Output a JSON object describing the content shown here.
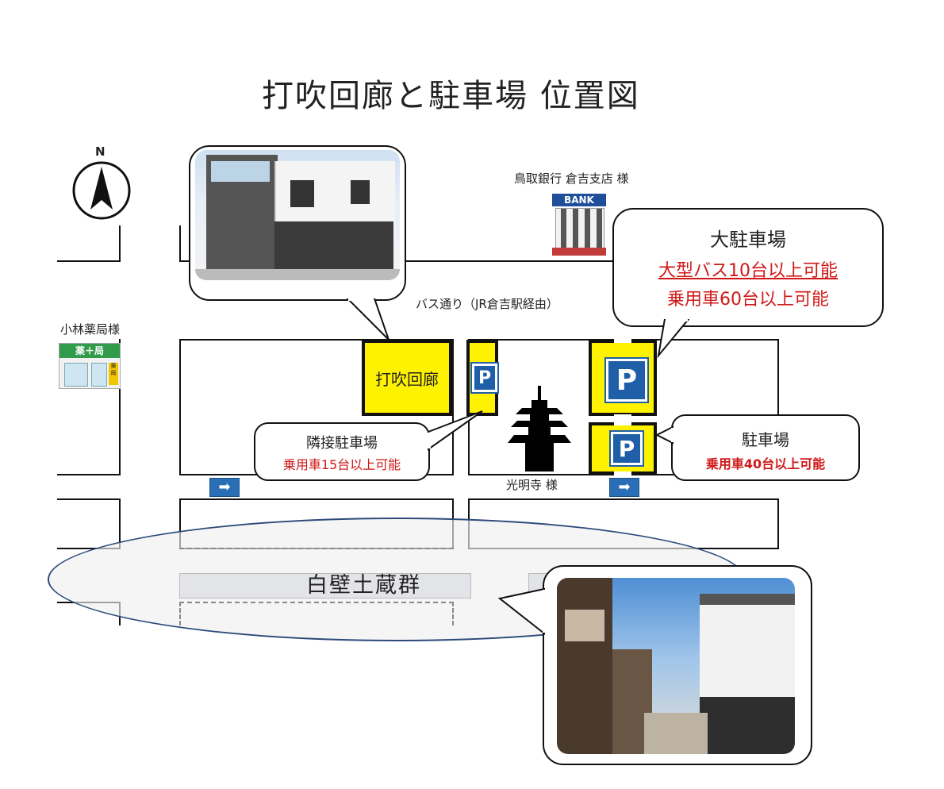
{
  "title": "打吹回廊と駐車場 位置図",
  "compass": {
    "label": "N"
  },
  "bank": {
    "label": "鳥取銀行 倉吉支店 様",
    "sign": "BANK"
  },
  "pharmacy": {
    "label": "小林薬局様",
    "sign": "薬＋局",
    "side_sign": "薬局"
  },
  "bus_street": {
    "label": "バス通り（JR倉吉駅経由）"
  },
  "utsubuki": {
    "label": "打吹回廊"
  },
  "parking_symbol": "P",
  "large_parking": {
    "title": "大駐車場",
    "line1": "大型バス10台以上可能",
    "line2": "乗用車60台以上可能"
  },
  "adjacent_parking": {
    "title": "隣接駐車場",
    "line1": "乗用車15台以上可能"
  },
  "parking": {
    "title": "駐車場",
    "line1": "乗用車40台以上可能"
  },
  "temple": {
    "label": "光明寺 様"
  },
  "shirakabe": {
    "label": "白壁土蔵群"
  },
  "arrow_glyph": "➡",
  "colors": {
    "yellow": "#fff200",
    "parking_blue": "#1f5fa8",
    "red_text": "#d01818",
    "oval_border": "#2c4a7a"
  }
}
